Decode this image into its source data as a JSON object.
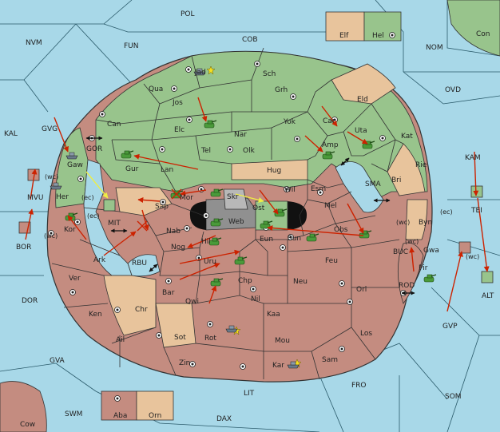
{
  "colors": {
    "sea": "#a8d8e8",
    "green_power": "#98c48c",
    "red_power": "#c48c80",
    "neutral": "#e8c49c",
    "center_grey": "#909090",
    "order_arrow": "#cc2200",
    "support_arrow": "#eeee44"
  },
  "sea_labels": [
    "POL",
    "NVM",
    "FUN",
    "COB",
    "NOM",
    "Con",
    "KAL",
    "GVG",
    "GOR",
    "OVD",
    "KAM",
    "SMA",
    "MVU",
    "MIT",
    "BOR",
    "RBU",
    "BUC",
    "TEI",
    "DOR",
    "ROD",
    "ALT",
    "GVP",
    "GVA",
    "FRO",
    "LIT",
    "SOM",
    "SWM",
    "DAX",
    "Cow"
  ],
  "land_labels": [
    "Elf",
    "Hel",
    "Jad",
    "Sch",
    "Qua",
    "Grh",
    "Jos",
    "Eld",
    "Can",
    "Yok",
    "Car",
    "Elc",
    "Nar",
    "Uta",
    "Kat",
    "Tel",
    "Olk",
    "Amp",
    "Gur",
    "Lan",
    "Hug",
    "Rie",
    "Gaw",
    "Esm",
    "Bri",
    "Her",
    "Wil",
    "Skr",
    "Ost",
    "Mor",
    "Sap",
    "Web",
    "Mel",
    "Byn",
    "Kor",
    "Nab",
    "Obs",
    "Eun",
    "Sun",
    "Ark",
    "Nog",
    "Hil",
    "Gwa",
    "Ver",
    "Uru",
    "Feu",
    "Pir",
    "Chp",
    "Neu",
    "Orl",
    "Bar",
    "Qwi",
    "Nil",
    "Ken",
    "Chr",
    "Kaa",
    "Los",
    "Ail",
    "Sot",
    "Rot",
    "Mou",
    "Sam",
    "Zin",
    "Kar",
    "Aba",
    "Orn"
  ],
  "coast_labels": [
    "(wc)",
    "(ec)",
    "(wc)",
    "(ec)",
    "(wc)",
    "(ec)",
    "(wc)",
    "(wc)"
  ],
  "legend_boxes": [
    {
      "label": "Elf",
      "owner": "neutral"
    },
    {
      "label": "Hel",
      "owner": "green"
    },
    {
      "label": "Aba",
      "owner": "red"
    },
    {
      "label": "Orn",
      "owner": "neutral"
    }
  ]
}
